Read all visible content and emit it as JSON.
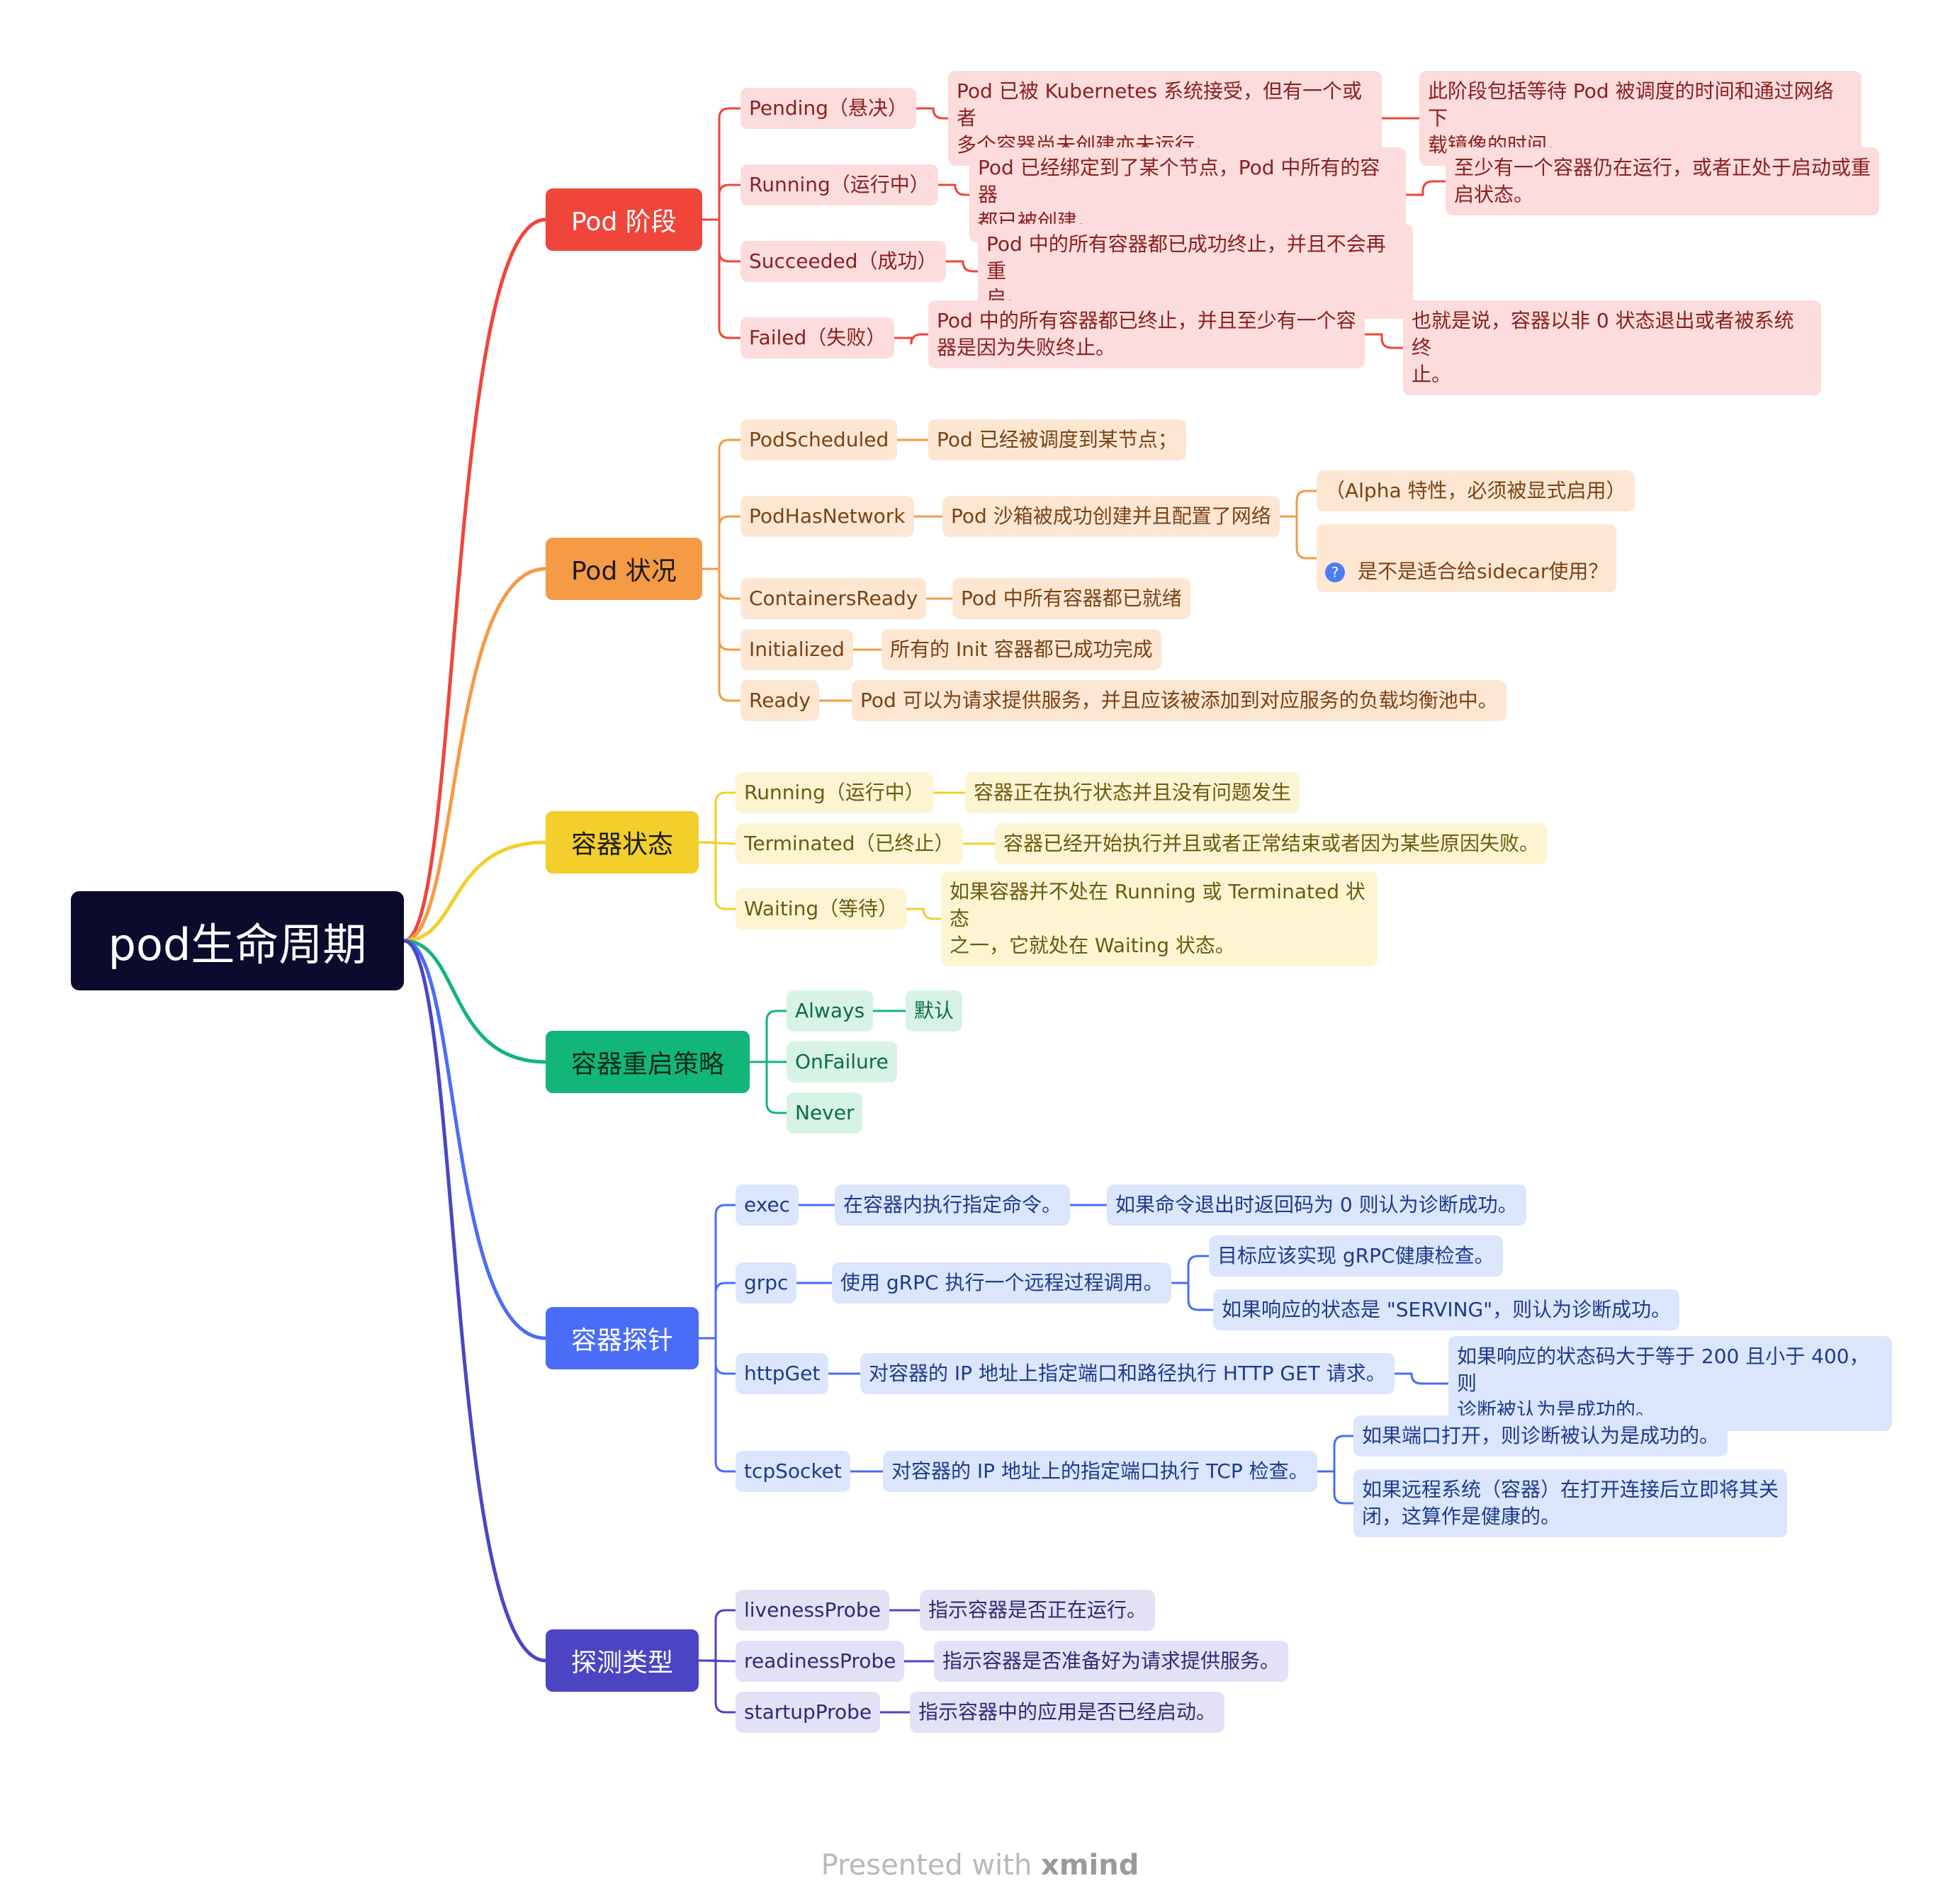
{
  "root": "pod生命周期",
  "branches": {
    "phase": {
      "label": "Pod 阶段",
      "color": "#f0453a",
      "pending": {
        "label": "Pending（悬决）",
        "desc": "Pod 已被 Kubernetes 系统接受，但有一个或者\n多个容器尚未创建亦未运行。",
        "note": "此阶段包括等待 Pod 被调度的时间和通过网络下\n载镜像的时间。"
      },
      "running": {
        "label": "Running（运行中）",
        "desc": "Pod 已经绑定到了某个节点，Pod 中所有的容器\n都已被创建。",
        "note": "至少有一个容器仍在运行，或者正处于启动或重\n启状态。"
      },
      "succeeded": {
        "label": "Succeeded（成功）",
        "desc": "Pod 中的所有容器都已成功终止，并且不会再重\n启。"
      },
      "failed": {
        "label": "Failed（失败）",
        "desc": "Pod 中的所有容器都已终止，并且至少有一个容\n器是因为失败终止。",
        "note": "也就是说，容器以非 0 状态退出或者被系统终\n止。"
      }
    },
    "conditions": {
      "label": "Pod 状况",
      "color": "#f59a45",
      "scheduled": {
        "label": "PodScheduled",
        "desc": "Pod 已经被调度到某节点；"
      },
      "network": {
        "label": "PodHasNetwork",
        "desc": "Pod 沙箱被成功创建并且配置了网络",
        "note1": "（Alpha 特性，必须被显式启用）",
        "note2": "是不是适合给sidecar使用？",
        "note2_icon": "?"
      },
      "containers_ready": {
        "label": "ContainersReady",
        "desc": "Pod 中所有容器都已就绪"
      },
      "initialized": {
        "label": "Initialized",
        "desc": "所有的 Init 容器都已成功完成"
      },
      "ready": {
        "label": "Ready",
        "desc": "Pod 可以为请求提供服务，并且应该被添加到对应服务的负载均衡池中。"
      }
    },
    "container_state": {
      "label": "容器状态",
      "color": "#f2cf2a",
      "running": {
        "label": "Running（运行中）",
        "desc": "容器正在执行状态并且没有问题发生"
      },
      "terminated": {
        "label": "Terminated（已终止）",
        "desc": "容器已经开始执行并且或者正常结束或者因为某些原因失败。"
      },
      "waiting": {
        "label": "Waiting（等待）",
        "desc": "如果容器并不处在 Running 或 Terminated 状态\n之一，它就处在 Waiting 状态。"
      }
    },
    "restart_policy": {
      "label": "容器重启策略",
      "color": "#12b57a",
      "always": {
        "label": "Always",
        "desc": "默认"
      },
      "onfailure": {
        "label": "OnFailure"
      },
      "never": {
        "label": "Never"
      }
    },
    "probe": {
      "label": "容器探针",
      "color": "#4a6cf7",
      "exec": {
        "label": "exec",
        "desc": "在容器内执行指定命令。",
        "note": "如果命令退出时返回码为 0 则认为诊断成功。"
      },
      "grpc": {
        "label": "grpc",
        "desc": "使用 gRPC 执行一个远程过程调用。",
        "note1": "目标应该实现 gRPC健康检查。",
        "note2": "如果响应的状态是 \"SERVING\"，则认为诊断成功。"
      },
      "httpget": {
        "label": "httpGet",
        "desc": "对容器的 IP 地址上指定端口和路径执行 HTTP GET 请求。",
        "note": "如果响应的状态码大于等于 200 且小于 400，则\n诊断被认为是成功的。"
      },
      "tcpsocket": {
        "label": "tcpSocket",
        "desc": "对容器的 IP 地址上的指定端口执行 TCP 检查。",
        "note1": "如果端口打开，则诊断被认为是成功的。",
        "note2": "如果远程系统（容器）在打开连接后立即将其关\n闭，这算作是健康的。"
      }
    },
    "probe_type": {
      "label": "探测类型",
      "color": "#4b45c4",
      "liveness": {
        "label": "livenessProbe",
        "desc": "指示容器是否正在运行。"
      },
      "readiness": {
        "label": "readinessProbe",
        "desc": "指示容器是否准备好为请求提供服务。"
      },
      "startup": {
        "label": "startupProbe",
        "desc": "指示容器中的应用是否已经启动。"
      }
    }
  },
  "footer": {
    "prefix": "Presented with ",
    "brand": "xmind"
  }
}
